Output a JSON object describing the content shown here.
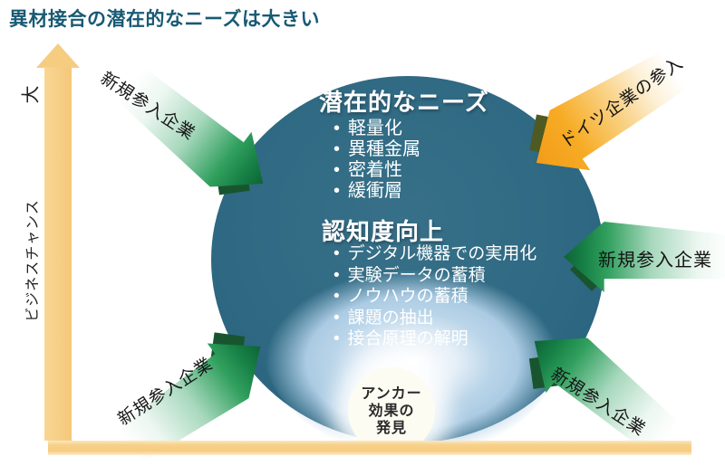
{
  "title": "異材接合の潜在的なニーズは大きい",
  "axes": {
    "y_top": "大",
    "y_label": "ビジネスチャンス"
  },
  "bubble": {
    "needs": {
      "heading": "潜在的なニーズ",
      "items": [
        "軽量化",
        "異種金属",
        "密着性",
        "緩衝層"
      ]
    },
    "awareness": {
      "heading": "認知度向上",
      "items": [
        "デジタル機器での実用化",
        "実験データの蓄積",
        "ノウハウの蓄積",
        "課題の抽出",
        "接合原理の解明"
      ]
    },
    "core": {
      "line1": "アンカー",
      "line2": "効果の",
      "line3": "発見"
    }
  },
  "arrows": {
    "top_left": "新規参入企業",
    "top_right": "ドイツ企業の参入",
    "right": "新規参入企業",
    "bottom_left": "新規参入企業",
    "bottom_right": "新規参入企業"
  },
  "colors": {
    "title_text": "#185a74",
    "bubble_teal": "#2e6882",
    "inner_light_blue": "#abcbe3",
    "core_circle": "#fcfcf2",
    "green_arrow": "#1f9b55",
    "orange_arrow": "#f6a81f",
    "axis_yellow": "#f6cc81"
  }
}
